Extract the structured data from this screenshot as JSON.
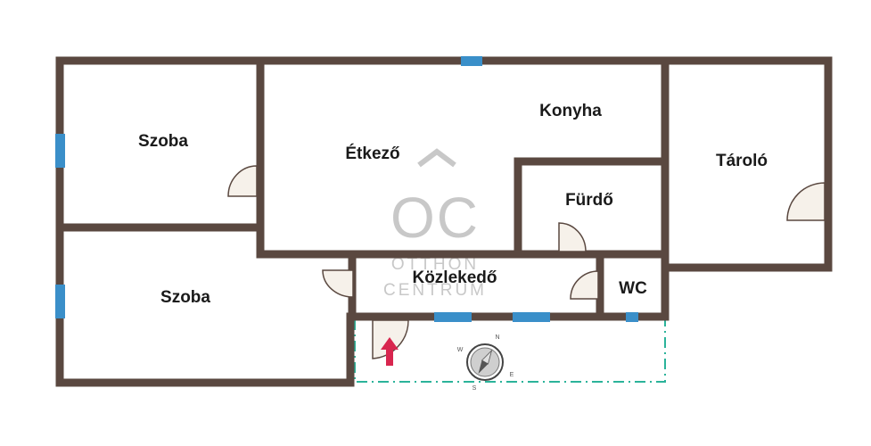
{
  "rooms": {
    "szoba_1": "Szoba",
    "szoba_2": "Szoba",
    "etkezo": "Étkező",
    "konyha": "Konyha",
    "tarolo": "Tároló",
    "furdo": "Fürdő",
    "kozlekedo": "Közlekedő",
    "wc": "WC"
  },
  "watermark": {
    "logo_letters": "OC",
    "line1": "OTTHON",
    "line2": "CENTRUM"
  },
  "compass": {
    "north": "N",
    "east": "E",
    "south": "S",
    "west": "W"
  },
  "colors": {
    "wall": "#5a4840",
    "window": "#3a8fc9",
    "door_fill": "#f6f1ea",
    "entrance_arrow": "#d8264e",
    "terrace_line": "#2bb39a",
    "watermark": "#c8c8c8"
  }
}
